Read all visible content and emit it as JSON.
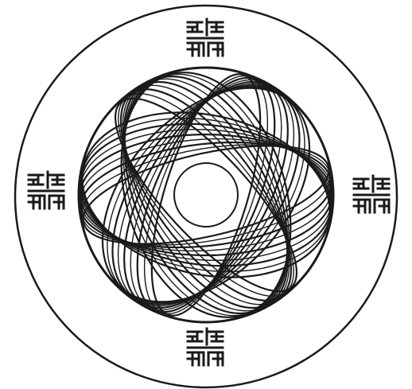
{
  "figure": {
    "ink_color": "#1a1a1a",
    "background_color": "#ffffff",
    "outer_ring": true,
    "center_hole": true,
    "pattern": {
      "petal_orientations_deg": [
        0,
        60,
        120
      ],
      "ellipse_rotations_per_orientation": 9
    },
    "emblems": [
      {
        "position": "top",
        "icon": "meander-glyph-icon"
      },
      {
        "position": "right",
        "icon": "meander-glyph-icon"
      },
      {
        "position": "bottom",
        "icon": "meander-glyph-icon"
      },
      {
        "position": "left",
        "icon": "meander-glyph-icon"
      }
    ]
  }
}
